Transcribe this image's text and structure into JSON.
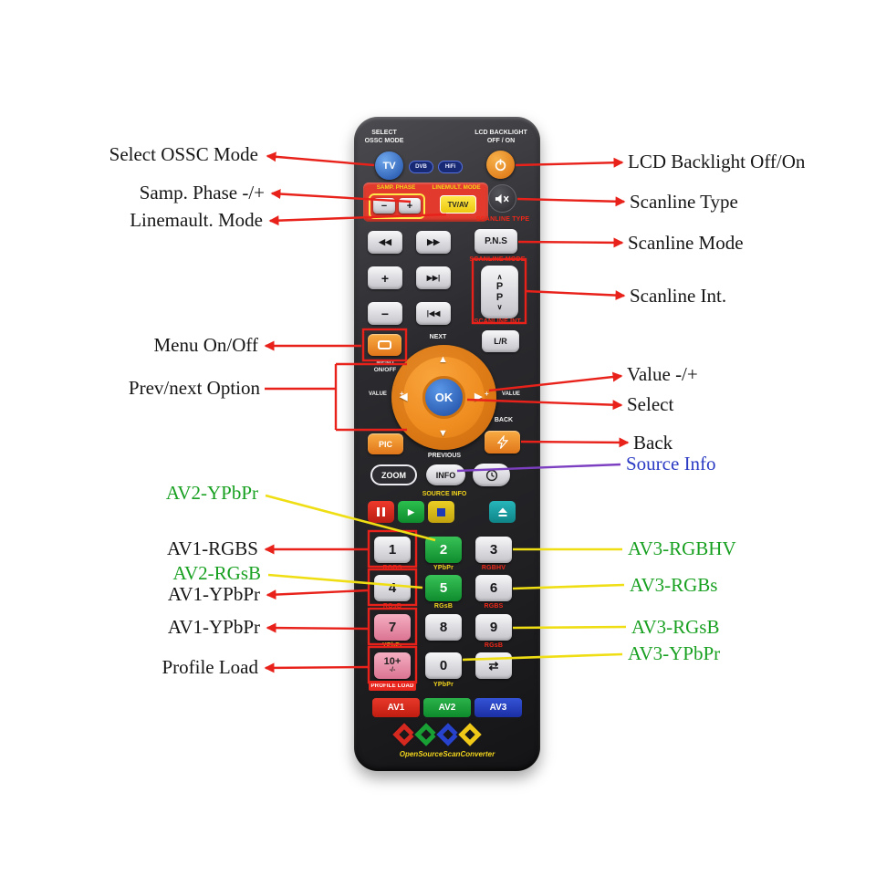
{
  "annotations": {
    "left": [
      {
        "text": "Select OSSC Mode"
      },
      {
        "text": "Samp. Phase -/+"
      },
      {
        "text": "Linemault. Mode"
      },
      {
        "text": "Menu On/Off"
      },
      {
        "text": "Prev/next Option"
      },
      {
        "text": "AV2-YPbPr"
      },
      {
        "text": "AV1-RGBS"
      },
      {
        "text": "AV2-RGsB"
      },
      {
        "text": "AV1-YPbPr"
      },
      {
        "text": "AV1-YPbPr"
      },
      {
        "text": "Profile Load"
      }
    ],
    "right": [
      {
        "text": "LCD Backlight Off/On"
      },
      {
        "text": "Scanline Type"
      },
      {
        "text": "Scanline Mode"
      },
      {
        "text": "Scanline Int."
      },
      {
        "text": "Value -/+"
      },
      {
        "text": "Select"
      },
      {
        "text": "Back"
      },
      {
        "text": "Source Info"
      },
      {
        "text": "AV3-RGBHV"
      },
      {
        "text": "AV3-RGBs"
      },
      {
        "text": "AV3-RGsB"
      },
      {
        "text": "AV3-YPbPr"
      }
    ]
  },
  "remote": {
    "top": {
      "select_ossc": "SELECT\nOSSC MODE",
      "lcd_backlight": "LCD BACKLIGHT\nOFF / ON",
      "tv": "TV",
      "dvb": "DVB",
      "hifi": "HiFi"
    },
    "red_panel": {
      "samp_phase": "SAMP. PHASE",
      "linemult_mode": "LINEMULT. MODE",
      "minus": "−",
      "plus": "+",
      "tvav": "TV/AV"
    },
    "printed": {
      "scanline_type": "SCANLINE TYPE",
      "scanline_mode": "SCANLINE MODE",
      "scanline_int": "SCANLINE INT.",
      "next": "NEXT",
      "previous": "PREVIOUS",
      "menu_onoff": "MENU\nON/OFF",
      "value_left": "VALUE",
      "value_right": "VALUE",
      "value_mark": "+",
      "back": "BACK",
      "source_info": "SOURCE INFO"
    },
    "keys": {
      "rewind": "◀◀",
      "forward": "▶▶",
      "pns": "P.N.S",
      "plus": "+",
      "next_track": "▶▶|",
      "minus": "−",
      "prev_track": "|◀◀",
      "ch_up": "∧",
      "ch_p": "P",
      "ch_p2": "P",
      "ch_down": "∨",
      "lr": "L/R",
      "nav_up": "▲",
      "nav_down": "▼",
      "nav_left": "◀",
      "nav_right": "▶",
      "ok": "OK",
      "pic": "PIC",
      "zoom": "ZOOM",
      "info": "INFO",
      "play": "▶",
      "shuffle": "⇄"
    },
    "numpad": [
      {
        "num": "1",
        "sub": "RGBS"
      },
      {
        "num": "2",
        "sub": "YPbPr"
      },
      {
        "num": "3",
        "sub": "RGBHV"
      },
      {
        "num": "4",
        "sub": "RGsB"
      },
      {
        "num": "5",
        "sub": "RGsB"
      },
      {
        "num": "6",
        "sub": "RGBS"
      },
      {
        "num": "7",
        "sub": "YPbPr"
      },
      {
        "num": "8",
        "sub": ""
      },
      {
        "num": "9",
        "sub": "RGsB"
      },
      {
        "num": "10+",
        "alt": "-/-",
        "sub": "PROFILE LOAD"
      },
      {
        "num": "0",
        "sub": "YPbPr"
      }
    ],
    "av": [
      "AV1",
      "AV2",
      "AV3"
    ],
    "brand": "OpenSourceScanConverter"
  },
  "colors": {
    "callout_red": "#e8221a",
    "callout_yellow": "#f0de14",
    "callout_purple": "#7d3fc1",
    "green_label": "#18a021",
    "blue_label": "#2b3bc4",
    "panel_red": "#e23b2e",
    "accent_orange": "#ef8c1f"
  }
}
